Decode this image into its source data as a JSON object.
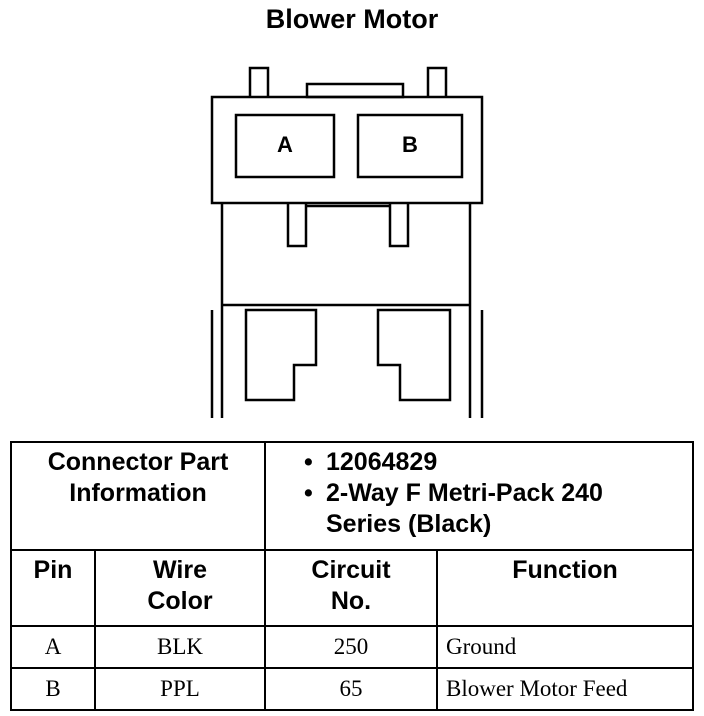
{
  "title": "Blower Motor",
  "connector": {
    "cavities": [
      "A",
      "B"
    ]
  },
  "part_info": {
    "label": [
      "Connector Part",
      "Information"
    ],
    "lines": [
      {
        "bullet": "•",
        "text": "12064829"
      },
      {
        "bullet": "•",
        "text": "2-Way F Metri-Pack 240"
      },
      {
        "bullet": "",
        "text": "Series (Black)"
      }
    ]
  },
  "table": {
    "headers": {
      "pin": "Pin",
      "wire_color": [
        "Wire",
        "Color"
      ],
      "circuit": [
        "Circuit",
        "No."
      ],
      "function": "Function"
    },
    "rows": [
      {
        "pin": "A",
        "wire_color": "BLK",
        "circuit": "250",
        "function": "Ground"
      },
      {
        "pin": "B",
        "wire_color": "PPL",
        "circuit": "65",
        "function": "Blower Motor Feed"
      }
    ]
  }
}
